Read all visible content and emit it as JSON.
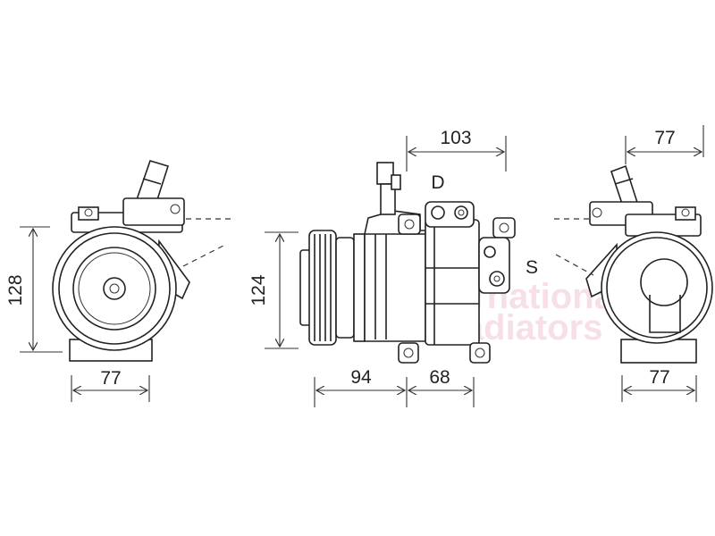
{
  "watermark": {
    "line1": "International",
    "line2": "Radiators",
    "color": "#f2c6d2"
  },
  "views": {
    "front": {
      "height_label": "128",
      "width_label": "77"
    },
    "side": {
      "top_label": "103",
      "height_label": "124",
      "left_bottom_label": "94",
      "right_bottom_label": "68",
      "port_discharge_label": "D",
      "port_suction_label": "S"
    },
    "rear": {
      "top_label": "77",
      "bottom_label": "77"
    }
  }
}
